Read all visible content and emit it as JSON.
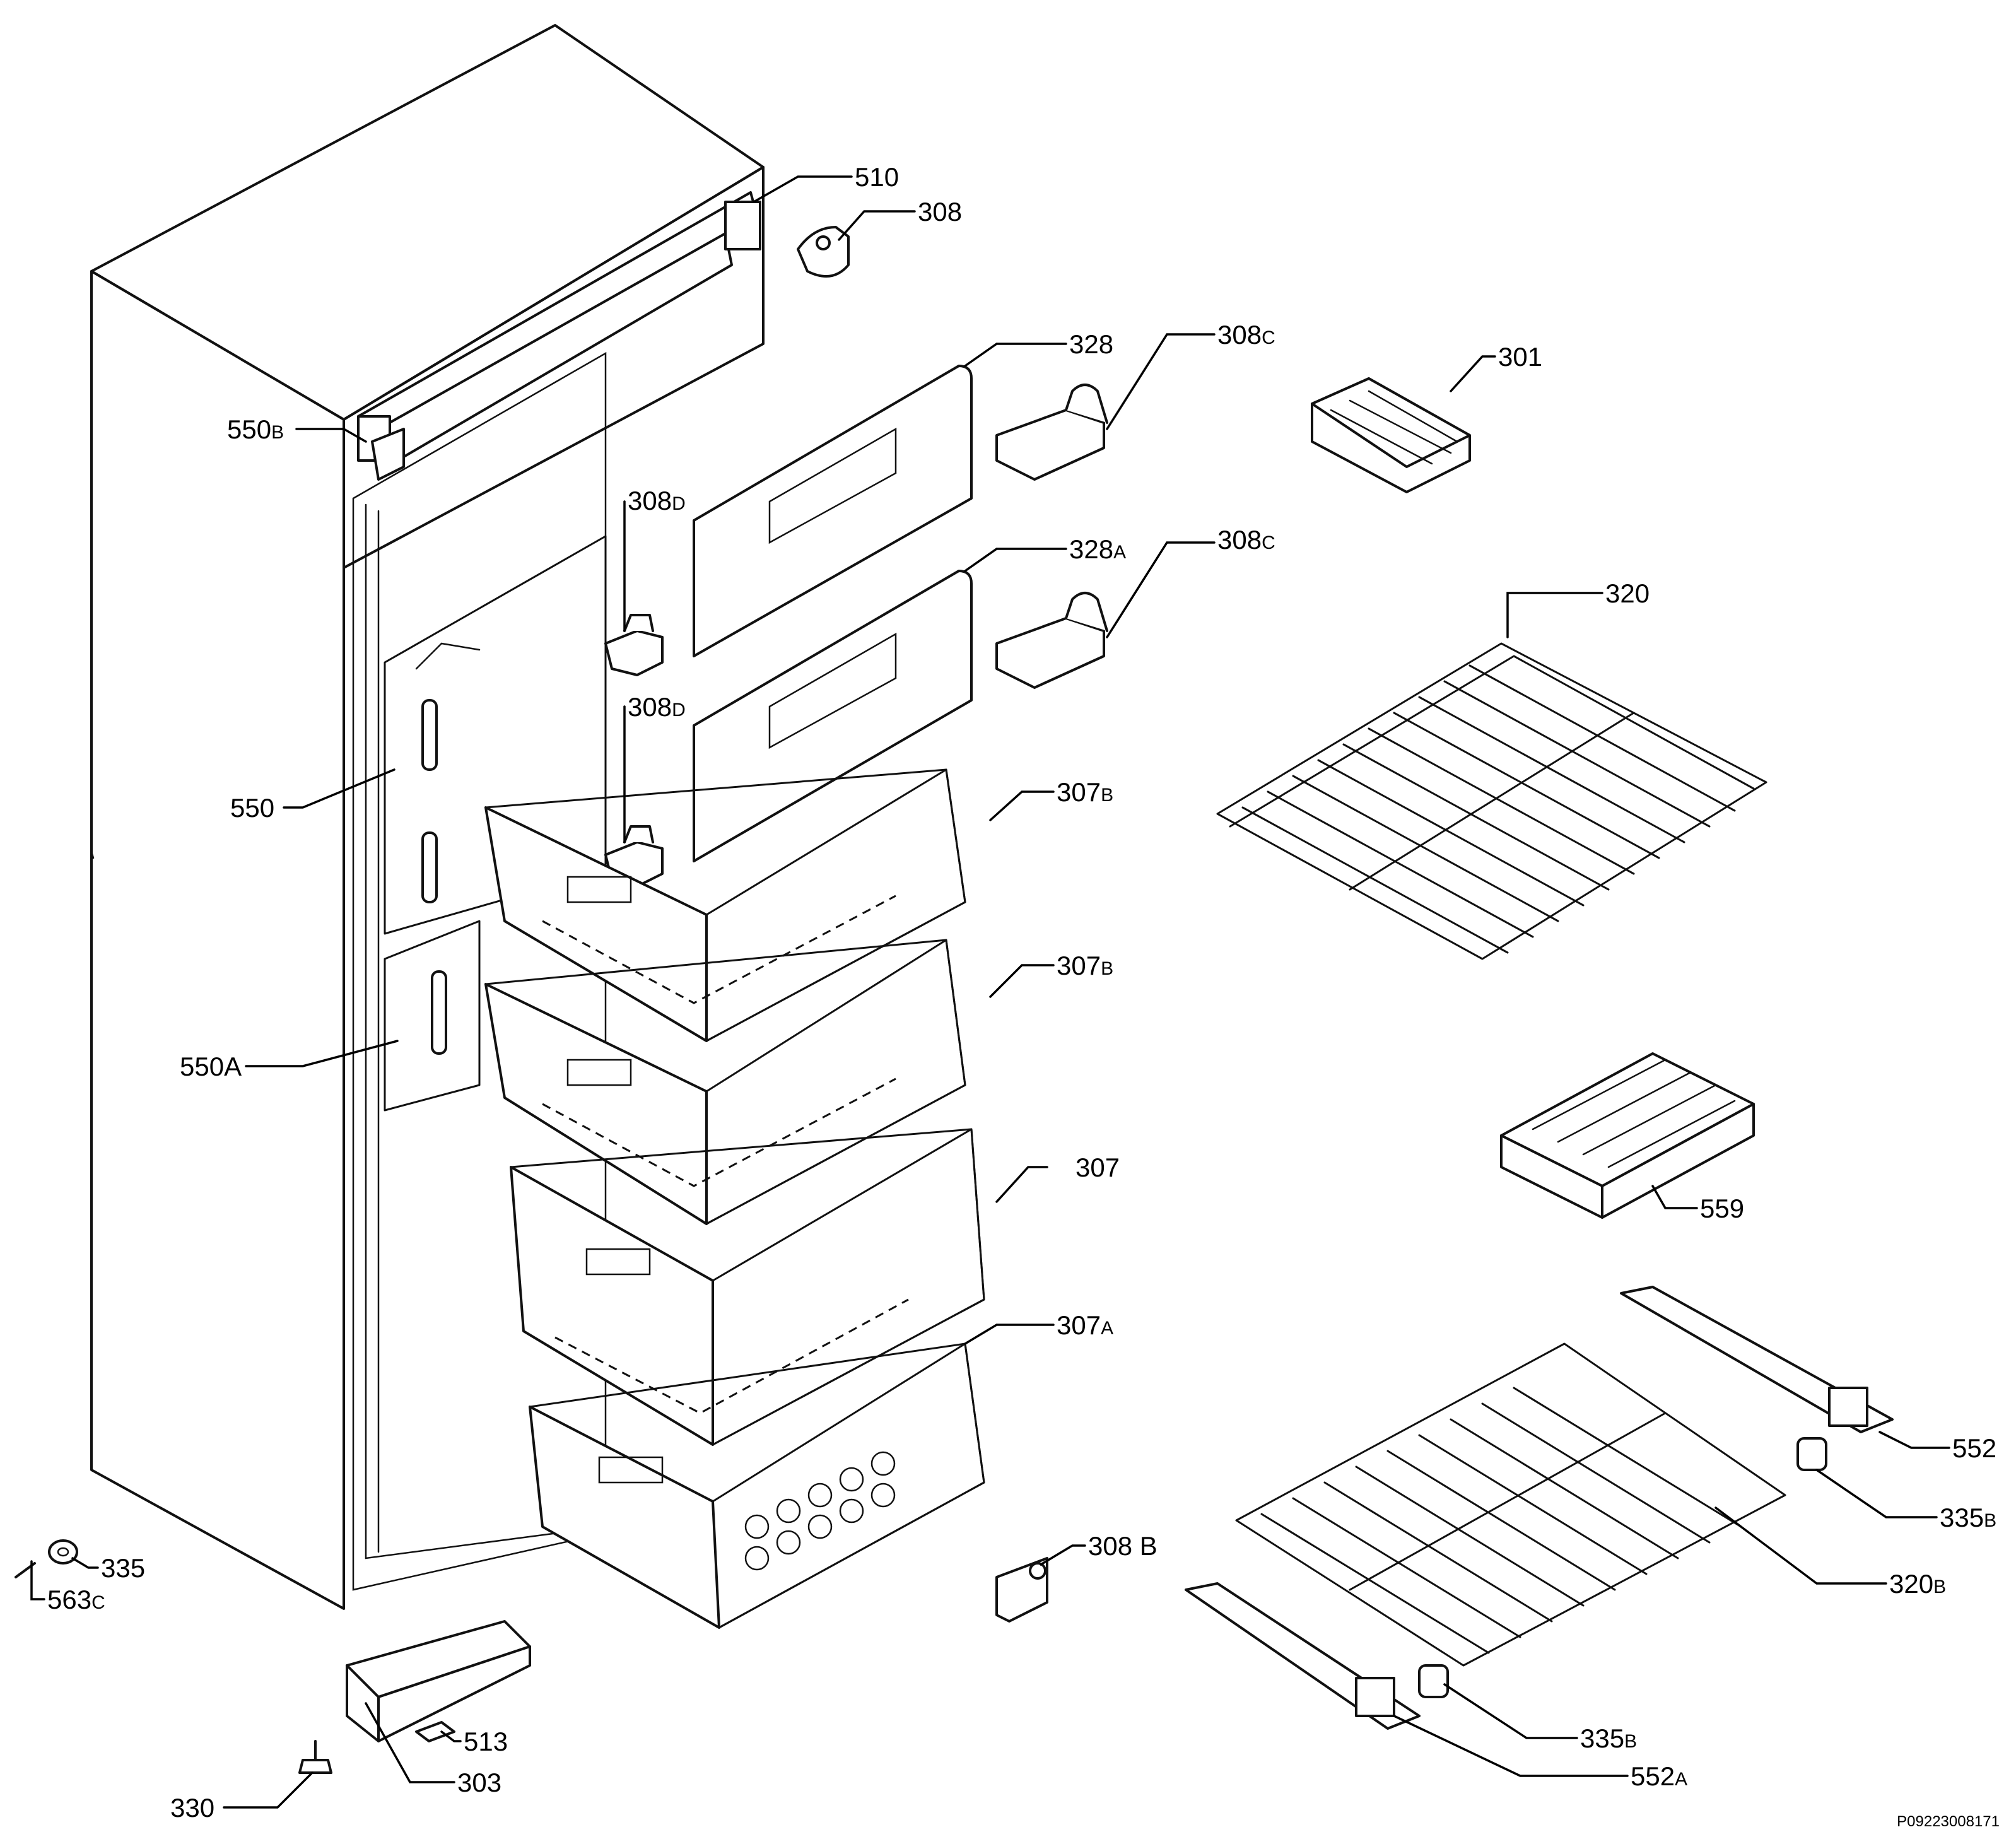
{
  "callouts": {
    "c510": {
      "num": "510",
      "suffix": ""
    },
    "c308": {
      "num": "308",
      "suffix": ""
    },
    "c328": {
      "num": "328",
      "suffix": ""
    },
    "c308c1": {
      "num": "308",
      "suffix": "C"
    },
    "c301": {
      "num": "301",
      "suffix": ""
    },
    "c550b": {
      "num": "550",
      "suffix": "B"
    },
    "c308d1": {
      "num": "308",
      "suffix": "D"
    },
    "c328a": {
      "num": "328",
      "suffix": "A"
    },
    "c308c2": {
      "num": "308",
      "suffix": "C"
    },
    "c320": {
      "num": "320",
      "suffix": ""
    },
    "c308d2": {
      "num": "308",
      "suffix": "D"
    },
    "c307b1": {
      "num": "307",
      "suffix": "B"
    },
    "c550": {
      "num": "550",
      "suffix": ""
    },
    "c307b2": {
      "num": "307",
      "suffix": "B"
    },
    "c550a": {
      "num": "550A",
      "suffix": ""
    },
    "c307": {
      "num": "307",
      "suffix": ""
    },
    "c559": {
      "num": "559",
      "suffix": ""
    },
    "c307a": {
      "num": "307",
      "suffix": "A"
    },
    "c552": {
      "num": "552",
      "suffix": ""
    },
    "c335b1": {
      "num": "335",
      "suffix": "B"
    },
    "c335": {
      "num": "335",
      "suffix": ""
    },
    "c563c": {
      "num": "563",
      "suffix": "C"
    },
    "c308b": {
      "num": "308 B",
      "suffix": ""
    },
    "c320b": {
      "num": "320",
      "suffix": "B"
    },
    "c513": {
      "num": "513",
      "suffix": ""
    },
    "c335b2": {
      "num": "335",
      "suffix": "B"
    },
    "c303": {
      "num": "303",
      "suffix": ""
    },
    "c552a": {
      "num": "552",
      "suffix": "A"
    },
    "c330": {
      "num": "330",
      "suffix": ""
    }
  },
  "document_id": "P09223008171"
}
